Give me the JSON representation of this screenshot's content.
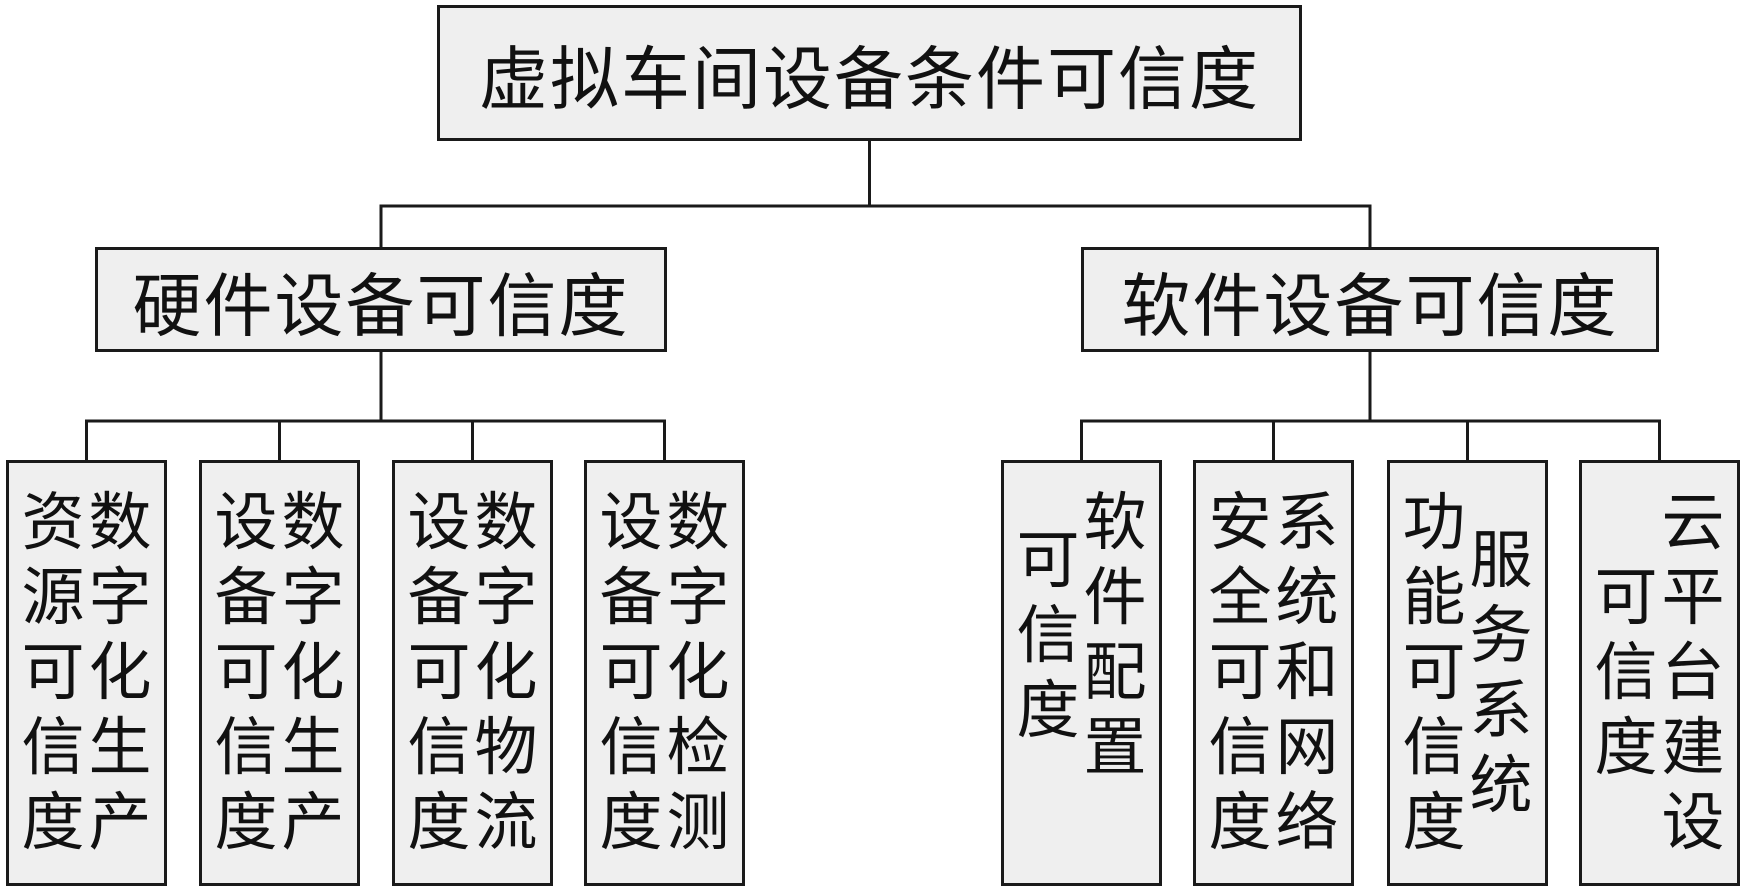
{
  "root": {
    "label": "虚拟车间设备条件可信度"
  },
  "branches": [
    {
      "label": "硬件设备可信度",
      "children": [
        {
          "columns": [
            "数字化生产",
            "资源可信度"
          ]
        },
        {
          "columns": [
            "数字化生产",
            "设备可信度"
          ]
        },
        {
          "columns": [
            "数字化物流",
            "设备可信度"
          ]
        },
        {
          "columns": [
            "数字化检测",
            "设备可信度"
          ]
        }
      ]
    },
    {
      "label": "软件设备可信度",
      "children": [
        {
          "columns": [
            "软件配置",
            "可信度"
          ]
        },
        {
          "columns": [
            "系统和网络",
            "安全可信度"
          ]
        },
        {
          "columns": [
            "服务系统",
            "功能可信度"
          ]
        },
        {
          "columns": [
            "云平台建设",
            "可信度"
          ]
        }
      ]
    }
  ]
}
